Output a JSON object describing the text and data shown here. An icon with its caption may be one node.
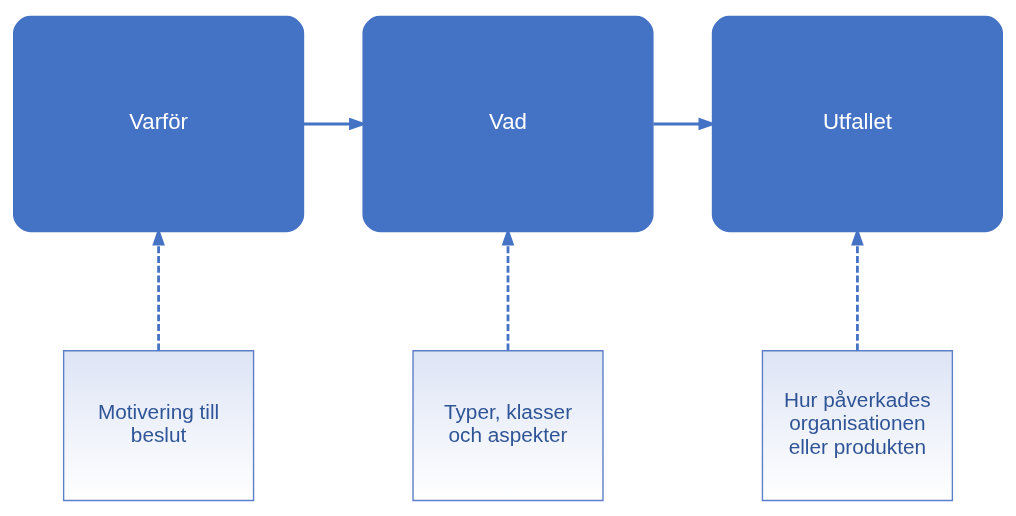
{
  "diagram": {
    "nodes": [
      {
        "text": [
          "Varför"
        ]
      },
      {
        "text": [
          "Vad"
        ]
      },
      {
        "text": [
          "Utfallet"
        ]
      },
      {
        "text": [
          "Motivering till beslut"
        ]
      },
      {
        "text": [
          "Typer, klasser och aspekter"
        ]
      },
      {
        "text": [
          "Hur påverkades organisationen eller produkten"
        ]
      }
    ],
    "edges": [
      {
        "from": 0,
        "to": 1,
        "arrow": "to"
      },
      {
        "from": 1,
        "to": 2,
        "arrow": "to"
      },
      {
        "from": 3,
        "to": 0,
        "arrow": "to",
        "style": "dashed"
      },
      {
        "from": 4,
        "to": 1,
        "arrow": "to",
        "style": "dashed"
      },
      {
        "from": 5,
        "to": 2,
        "arrow": "to",
        "style": "dashed"
      }
    ]
  }
}
